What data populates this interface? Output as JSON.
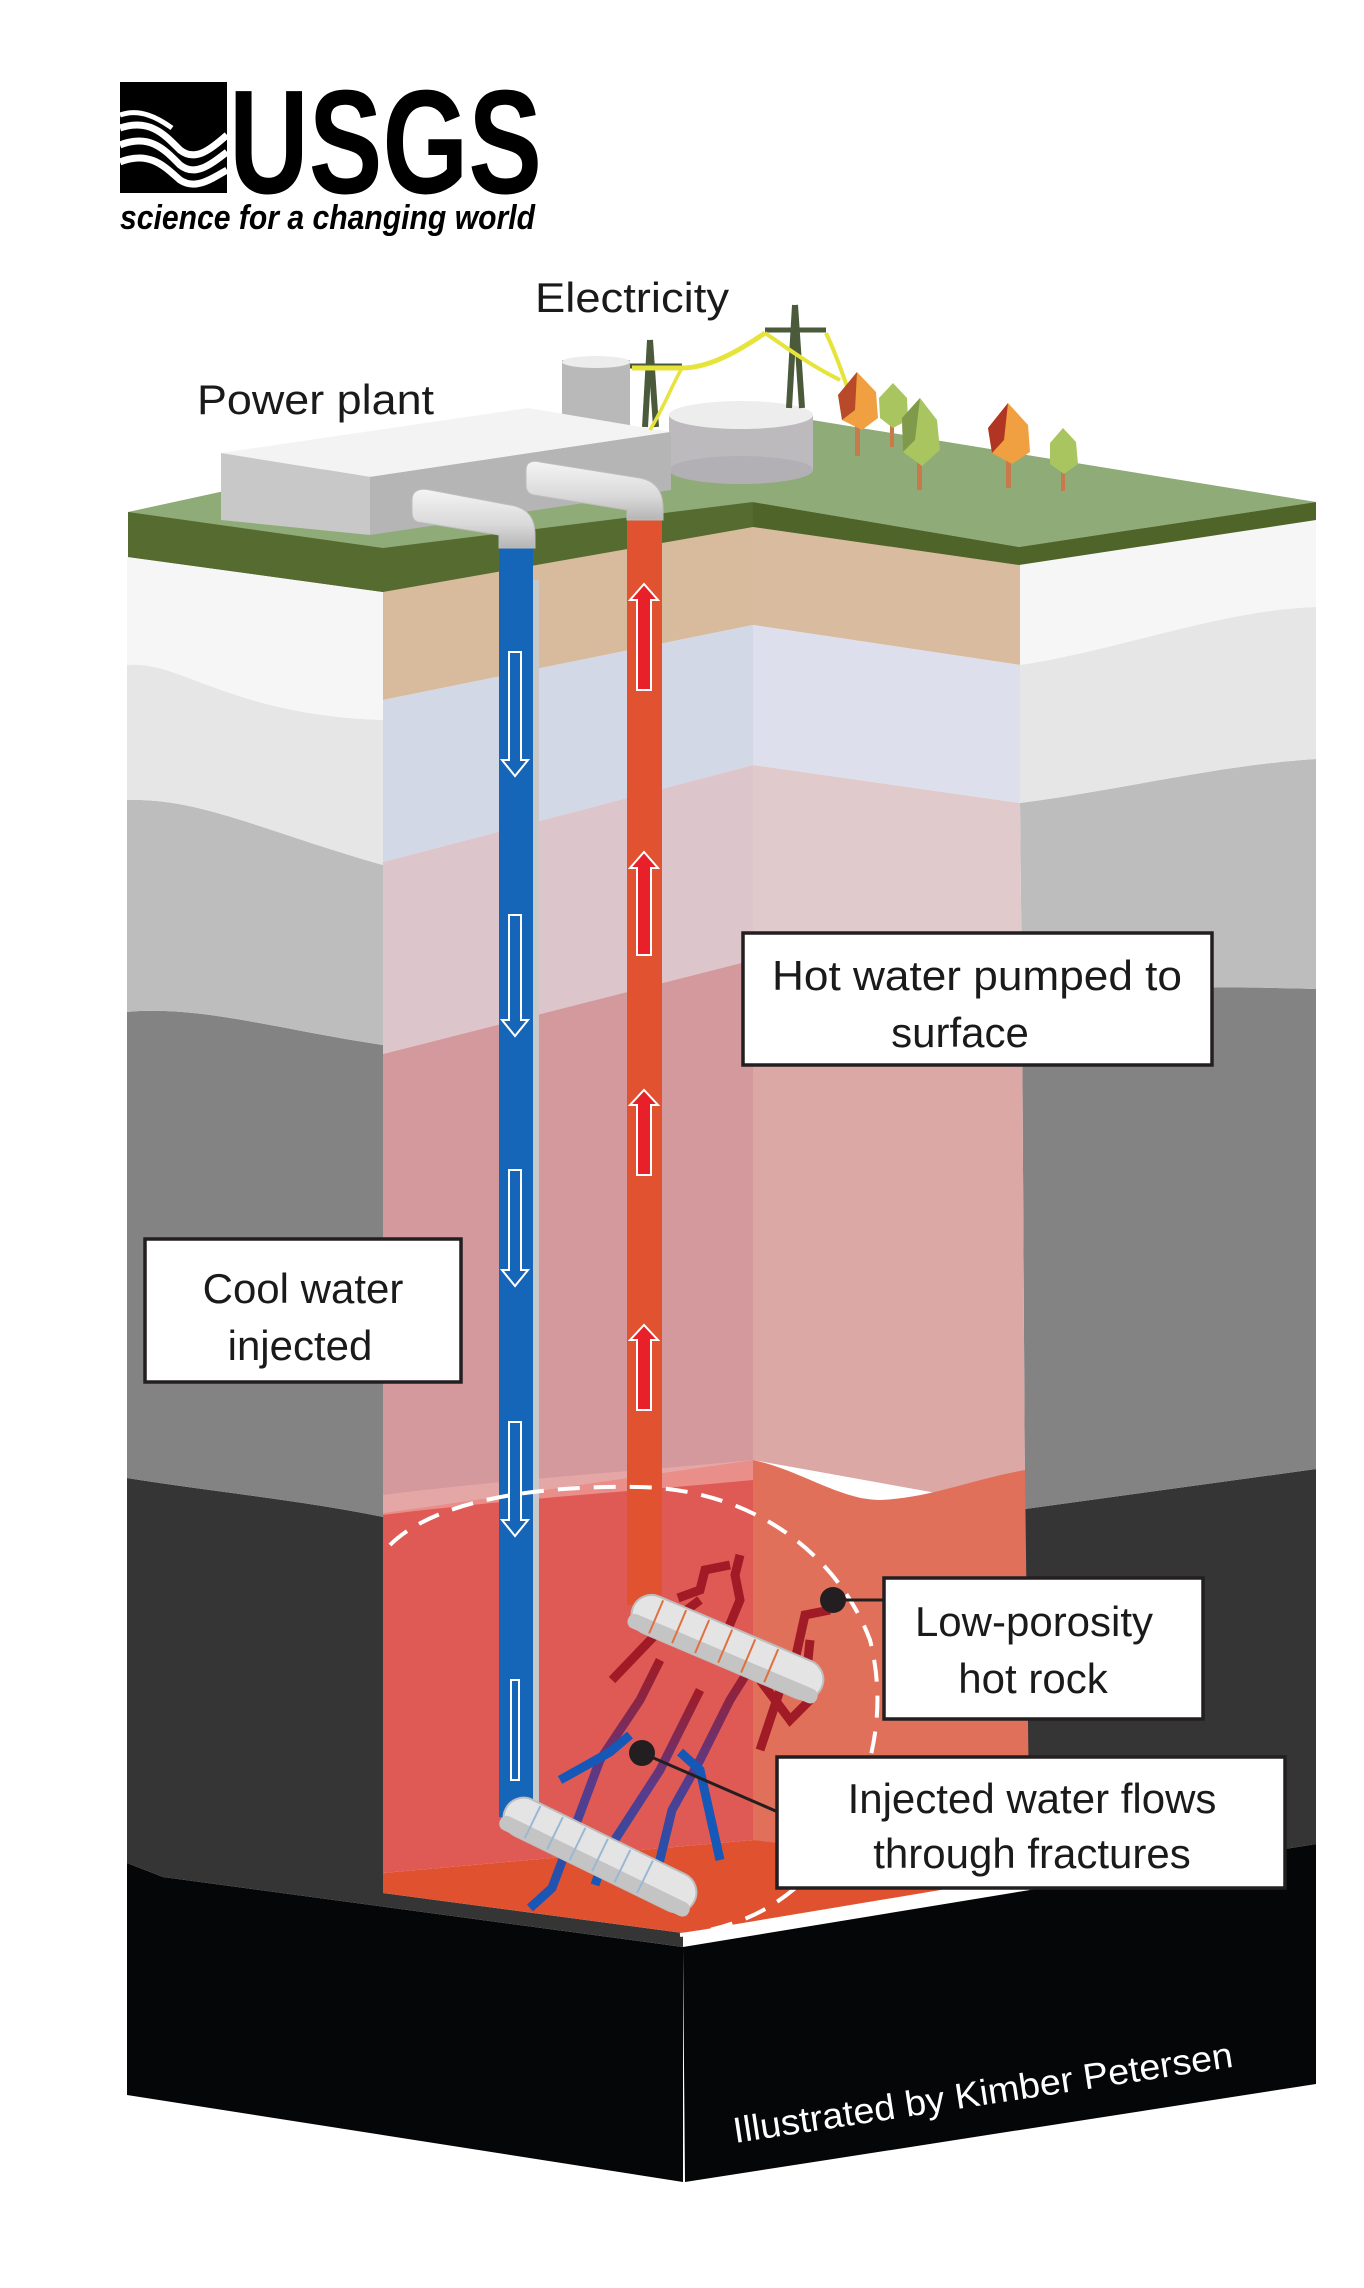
{
  "logo": {
    "wordmark": "USGS",
    "tagline": "science for a changing world"
  },
  "surface_labels": {
    "electricity": "Electricity",
    "power_plant": "Power plant"
  },
  "callouts": {
    "hot_water": {
      "line1": "Hot water pumped to",
      "line2": "surface"
    },
    "cool_water": {
      "line1": "Cool water",
      "line2": "injected"
    },
    "hot_rock": {
      "line1": "Low-porosity",
      "line2": "hot rock"
    },
    "fractures": {
      "line1": "Injected water flows",
      "line2": "through fractures"
    }
  },
  "credit": "Illustrated by Kimber Petersen",
  "flows": {
    "injection_well": {
      "direction": "down",
      "color": "#1565b8"
    },
    "production_well": {
      "direction": "up",
      "color": "#e05230"
    }
  },
  "colors": {
    "grass_top": "#8fab78",
    "grass_side": "#556b2f",
    "cool_pipe": "#1565b8",
    "hot_pipe": "#e05230",
    "arrow_red": "#e8202a",
    "reservoir": "#e05a55",
    "bedrock": "#050607"
  }
}
